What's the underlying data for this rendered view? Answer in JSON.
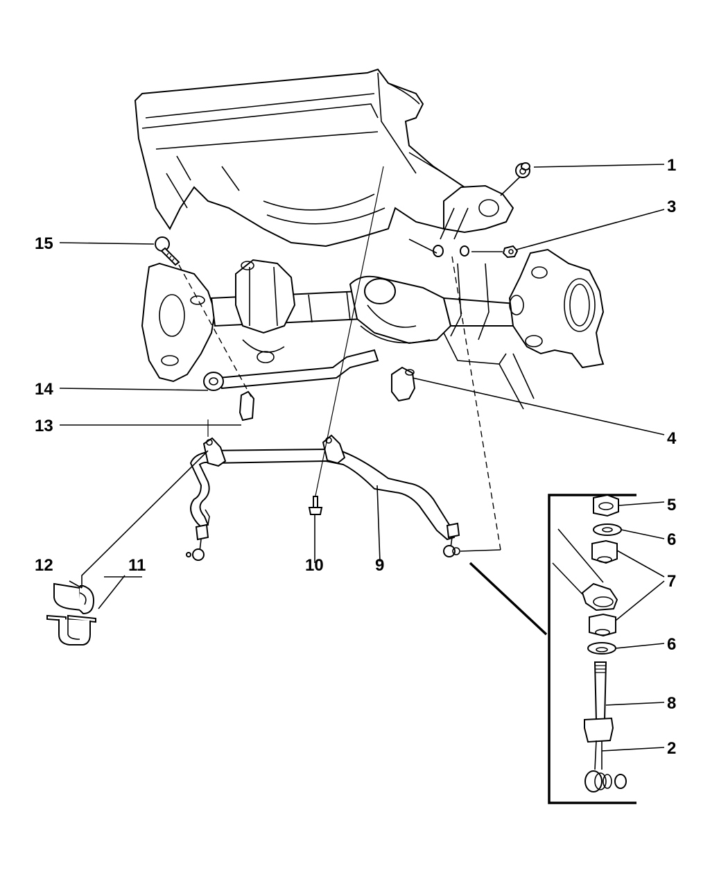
{
  "diagram": {
    "subject": "Front suspension stabilizer bar and link assembly (exploded view)",
    "callouts": [
      {
        "id": "c1",
        "label": "1",
        "part": "nut (flanged)"
      },
      {
        "id": "c2",
        "label": "2",
        "part": "link lower ball stud"
      },
      {
        "id": "c3",
        "label": "3",
        "part": "nut"
      },
      {
        "id": "c4",
        "label": "4",
        "part": "bushing / link mount"
      },
      {
        "id": "c5",
        "label": "5",
        "part": "nut"
      },
      {
        "id": "c6a",
        "label": "6",
        "part": "retainer washer (upper)"
      },
      {
        "id": "c6b",
        "label": "6",
        "part": "retainer washer (lower)"
      },
      {
        "id": "c7",
        "label": "7",
        "part": "link bushings"
      },
      {
        "id": "c8",
        "label": "8",
        "part": "stabilizer link"
      },
      {
        "id": "c9",
        "label": "9",
        "part": "stabilizer bar"
      },
      {
        "id": "c10",
        "label": "10",
        "part": "bolt"
      },
      {
        "id": "c11",
        "label": "11",
        "part": "bushing retainer clamp"
      },
      {
        "id": "c12",
        "label": "12",
        "part": "stabilizer bar bushing"
      },
      {
        "id": "c13",
        "label": "13",
        "part": "bracket"
      },
      {
        "id": "c14",
        "label": "14",
        "part": "bushing"
      },
      {
        "id": "c15",
        "label": "15",
        "part": "bolt"
      }
    ],
    "detail_inset": "Stabilizer link detail (items 2, 5, 6, 7, 8)"
  }
}
